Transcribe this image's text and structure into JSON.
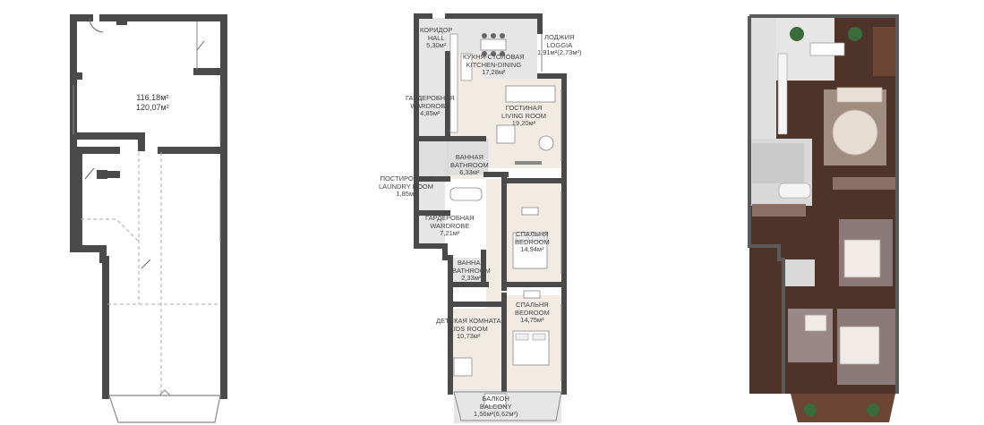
{
  "plan_empty": {
    "area_lines": [
      "116,18м²",
      "120,07м²"
    ]
  },
  "plan_labeled": {
    "rooms": {
      "hall": {
        "ru": "КОРИДОР",
        "en": "HALL",
        "area": "5,30м²"
      },
      "kitchen": {
        "ru": "КУХНЯ-СТОЛОВАЯ",
        "en": "KITCHEN-DINING",
        "area": "17,28м²"
      },
      "loggia": {
        "ru": "ЛОДЖИЯ",
        "en": "LOGGIA",
        "area": "1,91м²(2,73м²)"
      },
      "wardrobe1": {
        "ru": "ГАРДЕРОБНАЯ",
        "en": "WARDROBE",
        "area": "4,85м²"
      },
      "living": {
        "ru": "ГОСТИНАЯ",
        "en": "LIVING ROOM",
        "area": "19,20м²"
      },
      "bath1": {
        "ru": "ВАННАЯ",
        "en": "BATHROOM",
        "area": "6,33м²"
      },
      "laundry": {
        "ru": "ПОСТИРОЧНАЯ",
        "en": "LAUNDRY ROOM",
        "area": "1,85м²"
      },
      "wardrobe2": {
        "ru": "ГАРДЕРОБНАЯ",
        "en": "WARDROBE",
        "area": "7,21м²"
      },
      "bedroom1": {
        "ru": "СПАЛЬНЯ",
        "en": "BEDROOM",
        "area": "14,94м²"
      },
      "bath2": {
        "ru": "ВАННАЯ",
        "en": "BATHROOM",
        "area": "2,33м²"
      },
      "bedroom2": {
        "ru": "СПАЛЬНЯ",
        "en": "BEDROOM",
        "area": "14,75м²"
      },
      "kids": {
        "ru": "ДЕТСКАЯ КОМНАТА",
        "en": "KIDS ROOM",
        "area": "10,73м²"
      },
      "balcony": {
        "ru": "БАЛКОН",
        "en": "BALCONY",
        "area": "1,56м²(6,62м²)"
      }
    }
  },
  "colors": {
    "wall": "#4a4a4a",
    "floor_wood": "#4e3328",
    "carpet": "#8c7a7a",
    "tile": "#d9d9d9",
    "grey_floor": "#e3e3e3"
  }
}
